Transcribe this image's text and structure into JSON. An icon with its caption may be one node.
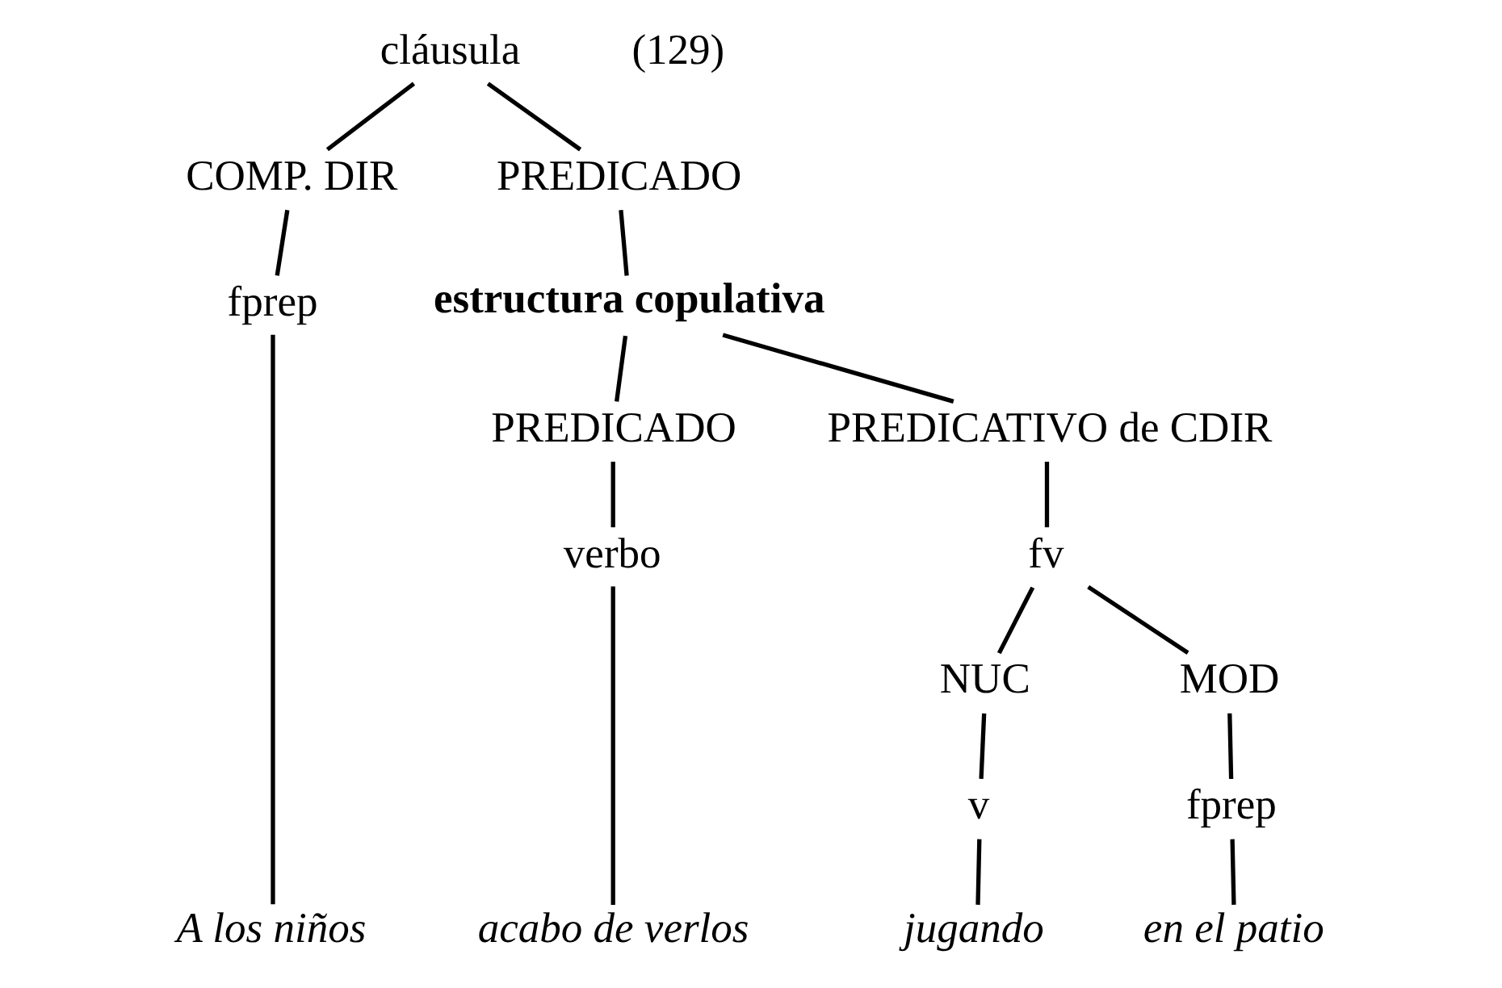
{
  "diagram": {
    "nodes": [
      {
        "text": [
          "cláusula"
        ]
      },
      {
        "text": [
          "COMP. DIR"
        ]
      },
      {
        "text": [
          "PREDICADO"
        ]
      },
      {
        "text": [
          "fprep"
        ]
      },
      {
        "text": [
          "estructura copulativa"
        ]
      },
      {
        "text": [
          "PREDICADO"
        ]
      },
      {
        "text": [
          "PREDICATIVO de CDIR"
        ]
      },
      {
        "text": [
          "verbo"
        ]
      },
      {
        "text": [
          "fv"
        ]
      },
      {
        "text": [
          "NUC"
        ]
      },
      {
        "text": [
          "MOD"
        ]
      },
      {
        "text": [
          "v"
        ]
      },
      {
        "text": [
          "fprep"
        ]
      },
      {
        "text": [
          "A los niños"
        ]
      },
      {
        "text": [
          "acabo de verlos"
        ]
      },
      {
        "text": [
          "jugando"
        ]
      },
      {
        "text": [
          "en el patio"
        ]
      }
    ],
    "edges": [
      {
        "from": 0,
        "to": 1,
        "arrow": "none"
      },
      {
        "from": 0,
        "to": 2,
        "arrow": "none"
      },
      {
        "from": 1,
        "to": 3,
        "arrow": "none"
      },
      {
        "from": 2,
        "to": 4,
        "arrow": "none"
      },
      {
        "from": 4,
        "to": 5,
        "arrow": "none"
      },
      {
        "from": 4,
        "to": 6,
        "arrow": "none"
      },
      {
        "from": 5,
        "to": 7,
        "arrow": "none"
      },
      {
        "from": 6,
        "to": 8,
        "arrow": "none"
      },
      {
        "from": 8,
        "to": 9,
        "arrow": "none"
      },
      {
        "from": 8,
        "to": 10,
        "arrow": "none"
      },
      {
        "from": 9,
        "to": 11,
        "arrow": "none"
      },
      {
        "from": 10,
        "to": 12,
        "arrow": "none"
      },
      {
        "from": 3,
        "to": 13,
        "arrow": "none"
      },
      {
        "from": 7,
        "to": 14,
        "arrow": "none"
      },
      {
        "from": 11,
        "to": 15,
        "arrow": "none"
      },
      {
        "from": 12,
        "to": 16,
        "arrow": "none"
      }
    ],
    "labels": [
      "(129)"
    ]
  }
}
